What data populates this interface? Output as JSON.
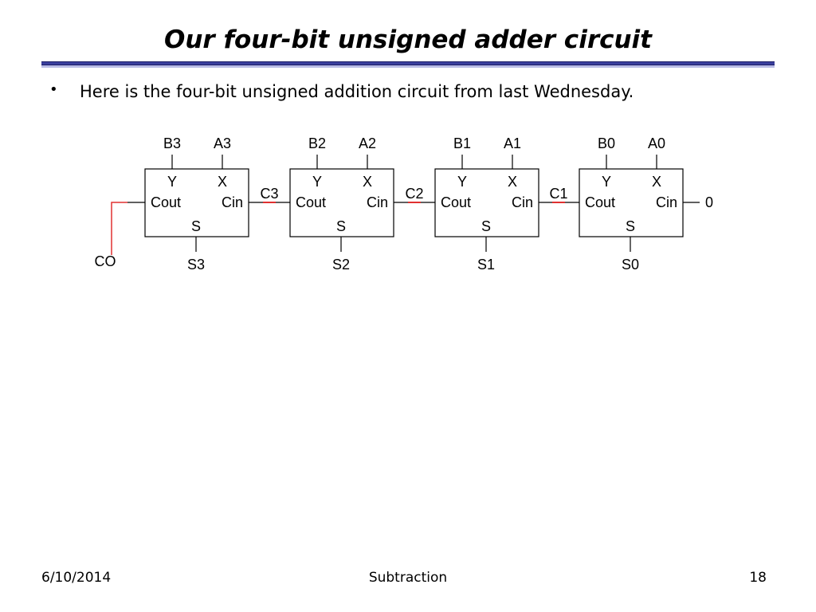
{
  "slide": {
    "title": "Our four-bit unsigned adder circuit",
    "bullet": "Here is the four-bit unsigned addition circuit from last Wednesday.",
    "bullet_symbol": "•"
  },
  "circuit": {
    "adders": [
      {
        "b": "B3",
        "a": "A3",
        "y": "Y",
        "x": "X",
        "cout": "Cout",
        "cin": "Cin",
        "s_port": "S",
        "sum": "S3"
      },
      {
        "b": "B2",
        "a": "A2",
        "y": "Y",
        "x": "X",
        "cout": "Cout",
        "cin": "Cin",
        "s_port": "S",
        "sum": "S2"
      },
      {
        "b": "B1",
        "a": "A1",
        "y": "Y",
        "x": "X",
        "cout": "Cout",
        "cin": "Cin",
        "s_port": "S",
        "sum": "S1"
      },
      {
        "b": "B0",
        "a": "A0",
        "y": "Y",
        "x": "X",
        "cout": "Cout",
        "cin": "Cin",
        "s_port": "S",
        "sum": "S0"
      }
    ],
    "carries": [
      "C3",
      "C2",
      "C1"
    ],
    "carry_out": "CO",
    "carry_in": "0",
    "colors": {
      "wire": "#000000",
      "highlight": "#e03030"
    }
  },
  "footer": {
    "date": "6/10/2014",
    "center": "Subtraction",
    "page": "18"
  }
}
